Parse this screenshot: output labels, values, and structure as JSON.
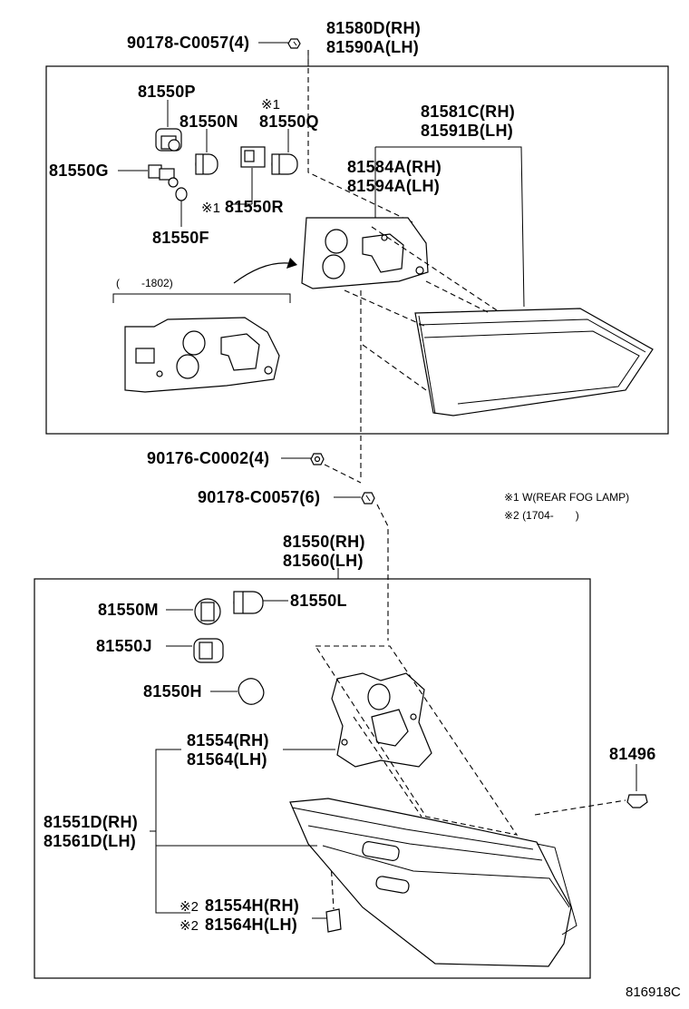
{
  "diagram": {
    "labels": {
      "screw_top": "90178-C0057(4)",
      "lamp_assy_inner_rh": "81580D(RH)",
      "lamp_assy_inner_lh": "81590A(LH)",
      "socket_p": "81550P",
      "bulb_n": "81550N",
      "note1_q": "※1",
      "bulb_q": "81550Q",
      "lens_inner_rh": "81581C(RH)",
      "lens_inner_lh": "81591B(LH)",
      "socket_g": "81550G",
      "gasket_inner_rh": "81584A(RH)",
      "gasket_inner_lh": "81594A(LH)",
      "note1_r": "※1",
      "socket_r": "81550R",
      "bulb_f": "81550F",
      "date_range_1802": "(　　-1802)",
      "clip_mid": "90176-C0002(4)",
      "screw_mid": "90178-C0057(6)",
      "note_w": "※1 W(REAR FOG LAMP)",
      "note_date": "※2 (1704-　　)",
      "lamp_assy_outer_rh": "81550(RH)",
      "lamp_assy_outer_lh": "81560(LH)",
      "socket_m": "81550M",
      "bulb_l": "81550L",
      "socket_j": "81550J",
      "bulb_h": "81550H",
      "gasket_outer_rh": "81554(RH)",
      "gasket_outer_lh": "81564(LH)",
      "clip_81496": "81496",
      "lens_outer_rh": "81551D(RH)",
      "lens_outer_lh": "81561D(LH)",
      "note2_h": "※2",
      "cushion_rh": "81554H(RH)",
      "note2_h2": "※2",
      "cushion_lh": "81564H(LH)",
      "diagram_code": "816918C"
    }
  }
}
